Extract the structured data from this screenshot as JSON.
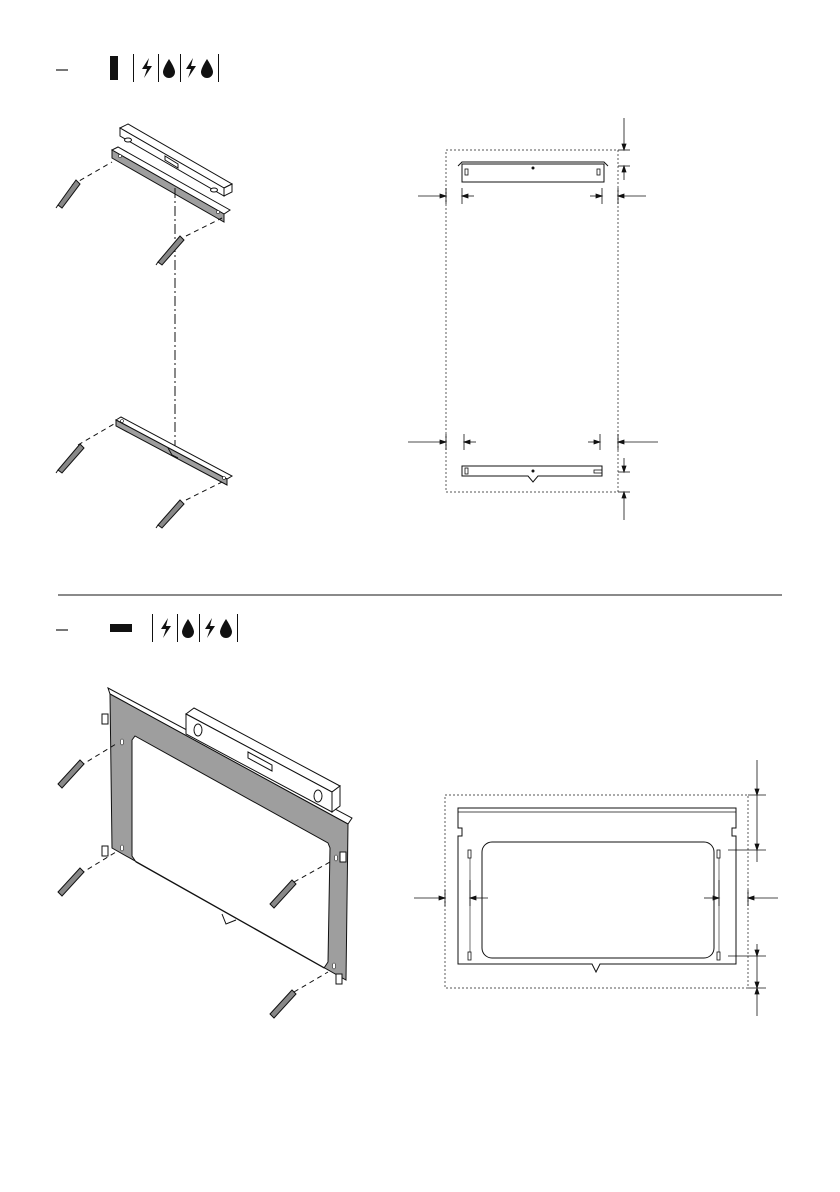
{
  "page": {
    "background": "#ffffff",
    "ink": "#111111",
    "fill_grey": "#9e9e9e",
    "divider_color": "#8a8a8a"
  },
  "step1": {
    "mounting_orientation": "vertical",
    "surface_icons": [
      "lightning-icon",
      "drop-icon",
      "lightning-drop-icon"
    ],
    "assembly_view": {
      "objects": [
        "spirit-level",
        "top-mounting-rail",
        "bottom-mounting-rail",
        "screw",
        "screw",
        "screw",
        "screw"
      ],
      "alignment_line": "dash-dot"
    },
    "dimension_view": {
      "outline": "dotted",
      "dimension_arrows": 8
    }
  },
  "step2": {
    "mounting_orientation": "horizontal",
    "surface_icons": [
      "lightning-icon",
      "drop-icon",
      "lightning-drop-icon"
    ],
    "assembly_view": {
      "objects": [
        "spirit-level",
        "mounting-frame",
        "screw",
        "screw",
        "screw",
        "screw"
      ]
    },
    "dimension_view": {
      "outline": "dotted",
      "dimension_arrows": 6
    }
  }
}
